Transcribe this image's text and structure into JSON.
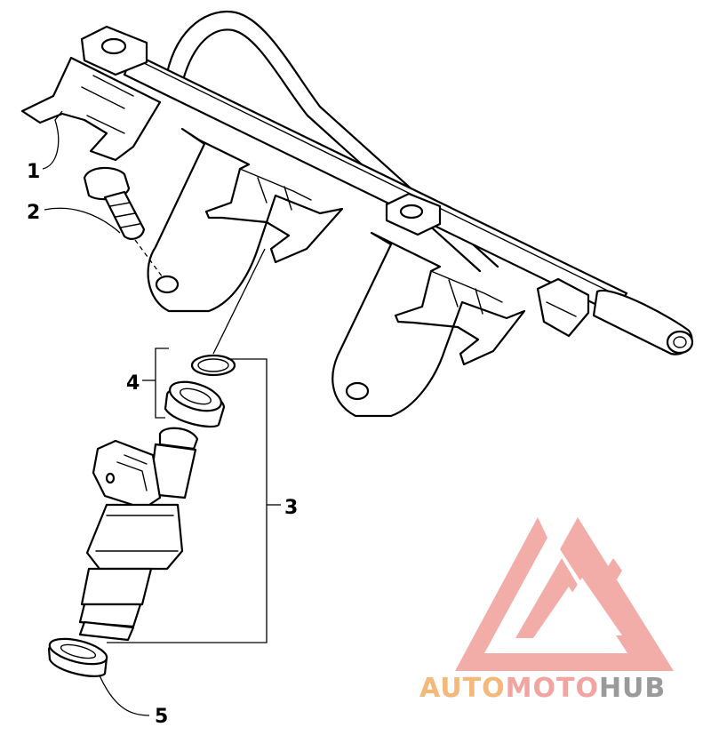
{
  "callouts": {
    "c1": "1",
    "c2": "2",
    "c3": "3",
    "c4": "4",
    "c5": "5"
  },
  "watermark": {
    "part1": "AUTO",
    "part2": "MOTO",
    "part3": "HUB",
    "colors": {
      "auto": "#f4b87a",
      "moto": "#f2a5a0",
      "hub": "#9a9a9a",
      "logo": "#ef8f8a"
    }
  }
}
